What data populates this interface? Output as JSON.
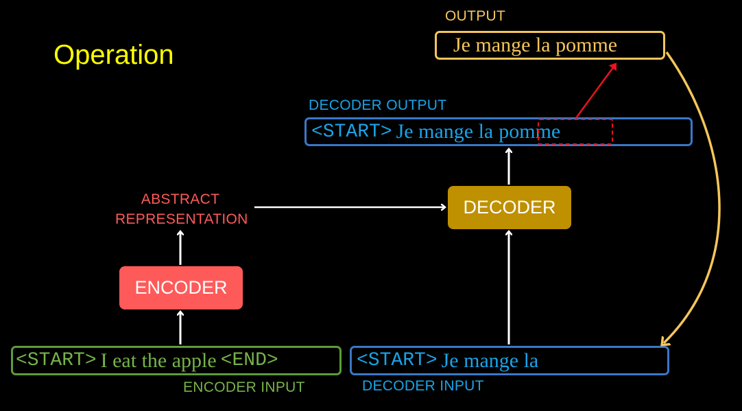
{
  "title": "Operation",
  "output": {
    "label": "OUTPUT",
    "text": "Je mange la pomme"
  },
  "decoder_output": {
    "label": "DECODER OUTPUT",
    "start_token": "<START>",
    "text": "Je mange la",
    "highlight": "pomme"
  },
  "abstract_representation": {
    "line1": "ABSTRACT",
    "line2": "REPRESENTATION"
  },
  "decoder": {
    "label": "DECODER"
  },
  "encoder": {
    "label": "ENCODER"
  },
  "encoder_input": {
    "label": "ENCODER INPUT",
    "start_token": "<START>",
    "text": "I eat the apple",
    "end_token": "<END>"
  },
  "decoder_input": {
    "label": "DECODER INPUT",
    "start_token": "<START>",
    "text": "Je mange la"
  },
  "colors": {
    "title": "#ffff00",
    "output": "#f6c65a",
    "decoder_output": "#1aa3e8",
    "decoder_output_border": "#3a78c8",
    "abstract": "#ff5a5a",
    "encoder_block": "#ff5a5a",
    "decoder_block": "#bf9000",
    "encoder_input": "#76b34a",
    "encoder_input_border": "#5d9c3a",
    "highlight": "#e8141e"
  }
}
